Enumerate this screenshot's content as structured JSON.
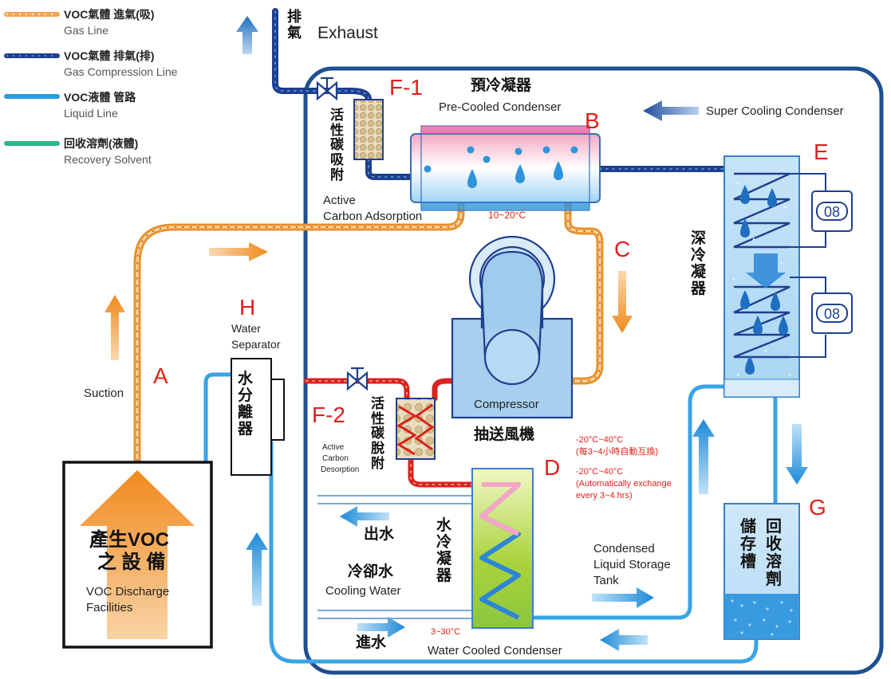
{
  "legend": [
    {
      "zh": "VOC氣體 進氣(吸)",
      "en": "Gas Line",
      "color": "#e8902a"
    },
    {
      "zh": "VOC氣體 排氣(排)",
      "en": "Gas Compression Line",
      "color": "#1f3f8f"
    },
    {
      "zh": "VOC液體 管路",
      "en": "Liquid Line",
      "color": "#2b9be0"
    },
    {
      "zh": "回收溶劑(液體)",
      "en": "Recovery Solvent",
      "color": "#2fb58c"
    }
  ],
  "exhaust": {
    "zh": [
      "排",
      "氣"
    ],
    "en": "Exhaust"
  },
  "labels": {
    "f1": "F-1",
    "f2": "F-2",
    "a": "A",
    "b": "B",
    "c": "C",
    "d": "D",
    "e": "E",
    "g": "G",
    "h": "H"
  },
  "precooled": {
    "zh": "預冷凝器",
    "en": "Pre-Cooled Condenser",
    "temp": "10~20°C"
  },
  "super_cooling": {
    "en": "Super Cooling Condenser",
    "zh": [
      "深",
      "冷",
      "凝",
      "器"
    ]
  },
  "active_carbon_adsorption": {
    "zh": [
      "活",
      "性",
      "碳",
      "吸",
      "附"
    ],
    "en": [
      "Active",
      "Carbon Adsorption"
    ]
  },
  "active_carbon_desorption": {
    "zh": [
      "活",
      "性",
      "碳",
      "脫",
      "附"
    ],
    "en": [
      "Active",
      "Carbon",
      "Desorption"
    ]
  },
  "compressor": {
    "en": "Compressor",
    "zh": "抽送風機"
  },
  "water_separator": {
    "letter": "H",
    "en": [
      "Water",
      "Separator"
    ],
    "zh": [
      "水",
      "分",
      "離",
      "器"
    ]
  },
  "suction": "Suction",
  "voc_source": {
    "zh": [
      "產生VOC",
      "之 設 備"
    ],
    "en": [
      "VOC Discharge",
      "Facilities"
    ]
  },
  "water_cooled": {
    "zh": [
      "水",
      "冷",
      "凝",
      "器"
    ],
    "en": "Water Cooled Condenser",
    "temp": "3~30°C"
  },
  "cooling_water": {
    "zh": "冷卻水",
    "en": "Cooling Water",
    "out": "出水",
    "in": "進水"
  },
  "exchange_note": [
    "-20°C~40°C",
    "(每3~4小時自動互換)",
    "-20°C~40°C",
    "(Automatically exchange",
    "every 3~4 hrs)"
  ],
  "storage": {
    "en": [
      "Condensed",
      "Liquid Storage",
      "Tank"
    ],
    "zh_left": [
      "儲",
      "存",
      "槽"
    ],
    "zh_right": [
      "回",
      "收",
      "溶",
      "劑"
    ]
  },
  "colors": {
    "gas_in": "#e8902a",
    "gas_out": "#1f3f8f",
    "liquid": "#2b9be0",
    "red_line": "#d8241c",
    "frame": "#1f4f8f",
    "letter_red": "#e0201b"
  }
}
